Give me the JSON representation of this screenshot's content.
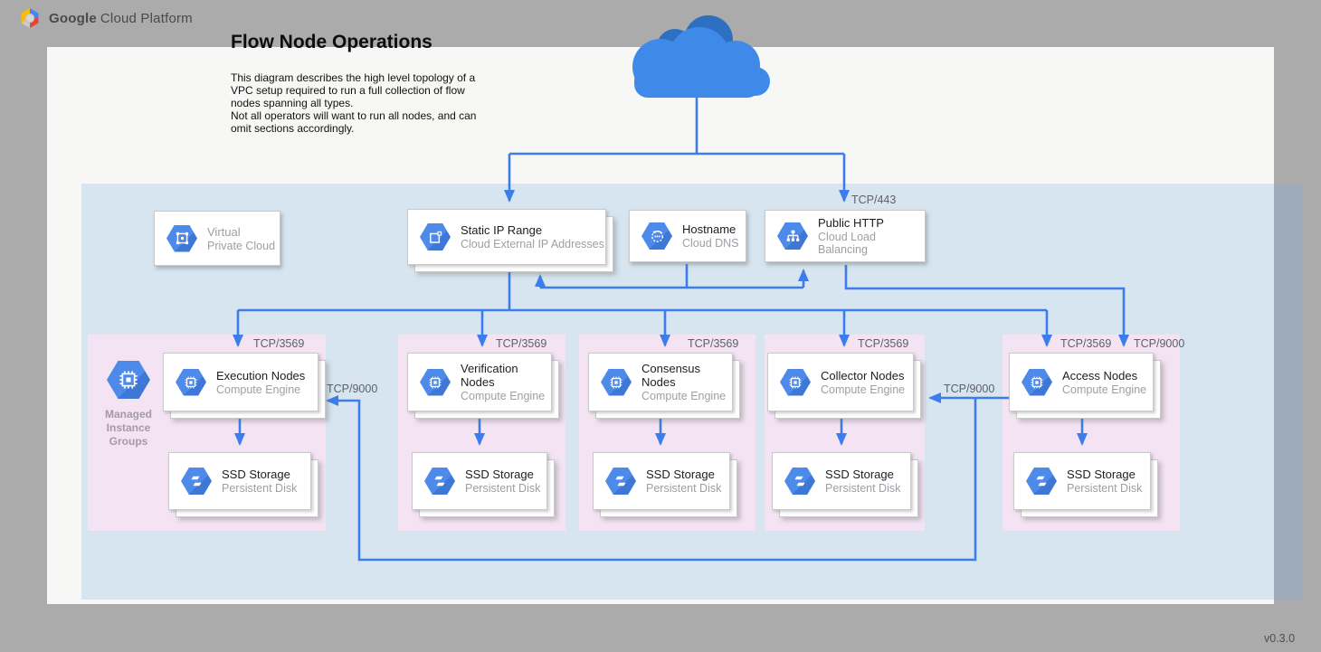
{
  "header": {
    "brand_bold": "Google",
    "brand_rest": "Cloud Platform"
  },
  "title": "Flow Node Operations",
  "description": {
    "para1": "This diagram describes the high level topology of a VPC setup required to run a full collection of flow nodes spanning all types.",
    "para2": "Not all operators will want to run all nodes, and can omit sections accordingly."
  },
  "version": "v0.3.0",
  "colors": {
    "connector_blue": "#3c7de9",
    "icon_blue": "#4e8ae9",
    "cloud_blue": "#3f8ae9",
    "cloud_dark_blue": "#2d6fc1",
    "vpc_region_tint": "rgba(122,177,228,0.26)",
    "group_pink": "#f3e3f3",
    "page_gray": "#ababab",
    "canvas_white": "#f7f7f5"
  },
  "vpc_card": {
    "title": "Virtual",
    "subtitle": "Private Cloud"
  },
  "top_services": [
    {
      "title": "Static IP Range",
      "subtitle": "Cloud External IP Addresses"
    },
    {
      "title": "Hostname",
      "subtitle": "Cloud DNS"
    },
    {
      "title": "Public HTTP",
      "subtitle": "Cloud Load Balancing"
    }
  ],
  "mig": {
    "line1": "Managed",
    "line2": "Instance",
    "line3": "Groups"
  },
  "groups": [
    {
      "title": "Execution Nodes",
      "subtitle": "Compute Engine",
      "storage_title": "SSD Storage",
      "storage_subtitle": "Persistent Disk"
    },
    {
      "title": "Verification Nodes",
      "subtitle": "Compute Engine",
      "storage_title": "SSD Storage",
      "storage_subtitle": "Persistent Disk"
    },
    {
      "title": "Consensus Nodes",
      "subtitle": "Compute Engine",
      "storage_title": "SSD Storage",
      "storage_subtitle": "Persistent Disk"
    },
    {
      "title": "Collector Nodes",
      "subtitle": "Compute Engine",
      "storage_title": "SSD Storage",
      "storage_subtitle": "Persistent Disk"
    },
    {
      "title": "Access Nodes",
      "subtitle": "Compute Engine",
      "storage_title": "SSD Storage",
      "storage_subtitle": "Persistent Disk"
    }
  ],
  "port_labels": {
    "https": "TCP/443",
    "node": "TCP/3569",
    "access": "TCP/9000"
  }
}
